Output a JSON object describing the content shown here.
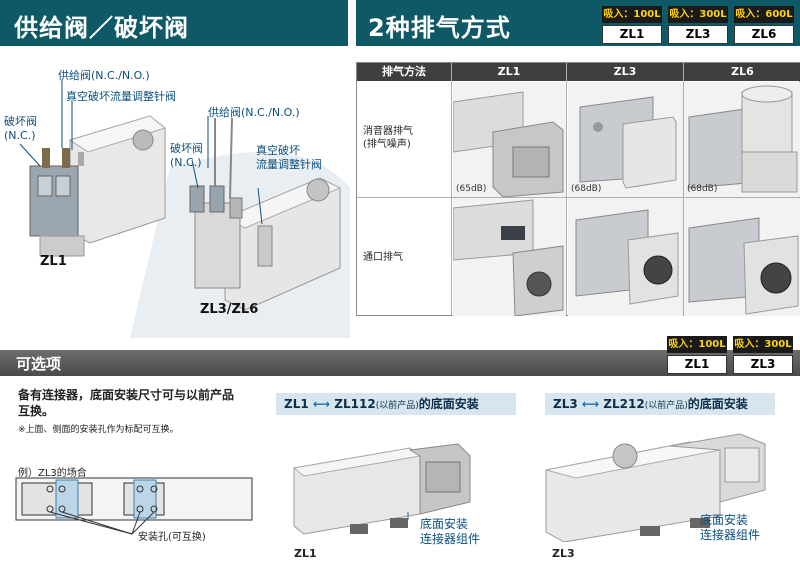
{
  "left_section": {
    "title": "供给阀／破坏阀",
    "zl1_label": "ZL1",
    "zl3_zl6_label": "ZL3/ZL6",
    "callouts_zl1": {
      "supply_valve": "供给阀(N.C./N.O.)",
      "vacuum_break_needle": "真空破坏流量调整针阀",
      "break_valve_line1": "破坏阀",
      "break_valve_line2": "(N.C.)"
    },
    "callouts_zl3": {
      "supply_valve": "供给阀(N.C./N.O.)",
      "break_valve_line1": "破坏阀",
      "break_valve_line2": "(N.C.)",
      "vacuum_break_line1": "真空破坏",
      "vacuum_break_line2": "流量调整针阀"
    }
  },
  "right_section": {
    "title": "2种排气方式",
    "badges": [
      {
        "top": "吸入：100L",
        "bottom": "ZL1"
      },
      {
        "top": "吸入：300L",
        "bottom": "ZL3"
      },
      {
        "top": "吸入：600L",
        "bottom": "ZL6"
      }
    ],
    "table": {
      "headers": [
        "排气方法",
        "ZL1",
        "ZL3",
        "ZL6"
      ],
      "rows": [
        {
          "label_line1": "消音器排气",
          "label_line2": "(排气噪声)",
          "db": [
            "(65dB)",
            "(68dB)",
            "(68dB)"
          ]
        },
        {
          "label_line1": "通口排气",
          "label_line2": "",
          "db": [
            "",
            "",
            ""
          ]
        }
      ]
    }
  },
  "options": {
    "title": "可选项",
    "badges": [
      {
        "top": "吸入：100L",
        "bottom": "ZL1"
      },
      {
        "top": "吸入：300L",
        "bottom": "ZL3"
      }
    ],
    "desc_line1": "备有连接器，底面安装尺寸可与以前产品",
    "desc_line2": "互换。",
    "note": "※上面、侧面的安装孔作为标配可互换。",
    "example_label": "例）ZL3的场合",
    "mount_hole_label": "安装孔(可互换)",
    "zl1_mount": {
      "left": "ZL1",
      "arrow": "⟷",
      "right": "ZL112",
      "small": "(以前产品)",
      "rest": "的底面安装"
    },
    "zl3_mount": {
      "left": "ZL3",
      "arrow": "⟷",
      "right": "ZL212",
      "small": "(以前产品)",
      "rest": "的底面安装"
    },
    "connector_label_line1": "底面安装",
    "connector_label_line2": "连接器组件",
    "zl1_caption": "ZL1",
    "zl3_caption": "ZL3"
  }
}
